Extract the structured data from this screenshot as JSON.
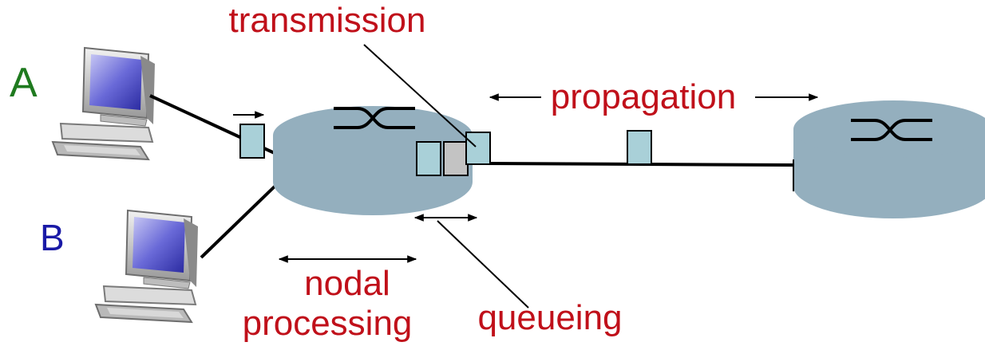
{
  "labels": {
    "host_a": "A",
    "host_b": "B",
    "transmission": "transmission",
    "propagation": "propagation",
    "nodal": "nodal",
    "processing": "processing",
    "queueing": "queueing"
  },
  "colors": {
    "label_red": "#c0101a",
    "host_a_green": "#1f7a1f",
    "host_b_blue": "#1a1aa6",
    "router_fill": "#94afbe",
    "packet_fill": "#a9d0d8",
    "queued_packet_fill": "#c3c3c3",
    "line": "#000000"
  },
  "icons": {
    "host_a": "desktop-computer-icon",
    "host_b": "desktop-computer-icon",
    "router": "router-icon"
  }
}
